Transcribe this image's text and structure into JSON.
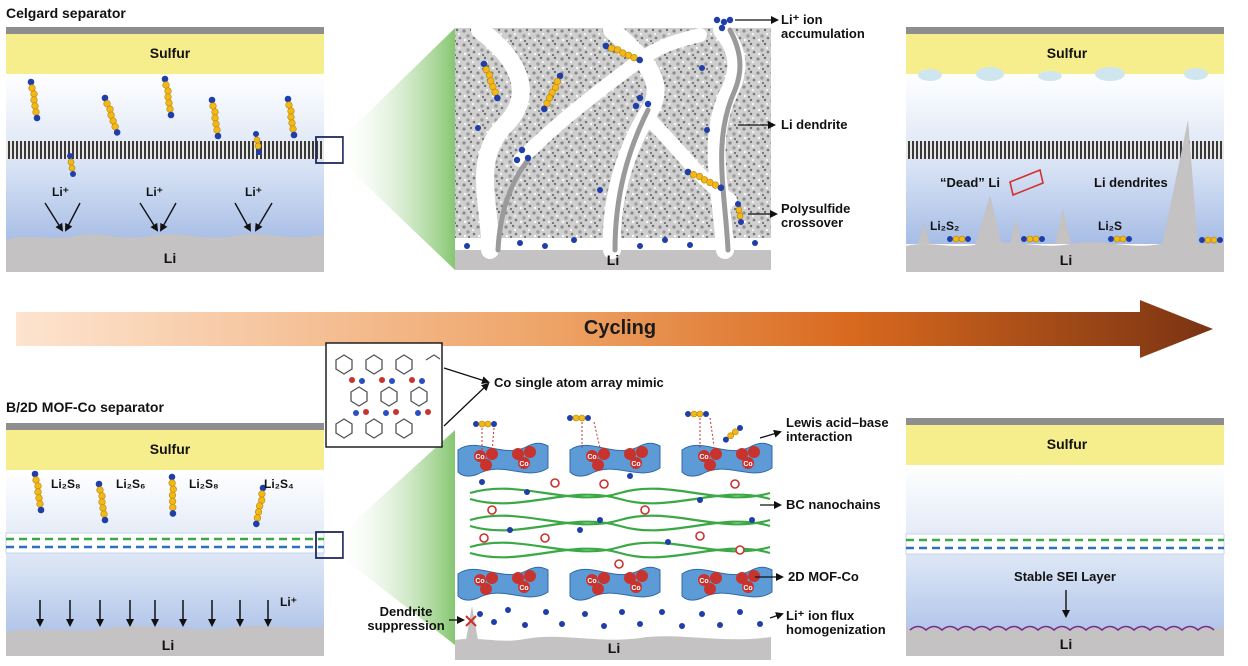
{
  "top_section": {
    "title": "Celgard separator",
    "sulfur": "Sulfur",
    "li_ion": "Li⁺",
    "li": "Li",
    "zoom": {
      "li_ion_accumulation": "Li⁺ ion\naccumulation",
      "li_dendrite": "Li dendrite",
      "polysulfide_crossover": "Polysulfide\ncrossover",
      "li": "Li"
    },
    "after": {
      "sulfur": "Sulfur",
      "dead_li": "“Dead” Li",
      "li_dendrites": "Li dendrites",
      "li2s2": "Li₂S₂",
      "li2s": "Li₂S",
      "li": "Li"
    }
  },
  "cycling": {
    "label": "Cycling",
    "colors": {
      "start": "#fde3cf",
      "mid": "#e07c2c",
      "end": "#7a3312"
    }
  },
  "bottom_section": {
    "title": "B/2D MOF-Co separator",
    "sulfur": "Sulfur",
    "species": [
      "Li₂S₈",
      "Li₂S₆",
      "Li₂S₈",
      "Li₂S₄"
    ],
    "li_ion": "Li⁺",
    "li": "Li",
    "zoom": {
      "co_single_atom": "Co single atom array mimic",
      "lewis": "Lewis acid–base\ninteraction",
      "bc_nanochains": "BC nanochains",
      "mof": "2D MOF-Co",
      "flux": "Li⁺ ion flux\nhomogenization",
      "dendrite": "Dendrite\nsuppression",
      "li": "Li",
      "co": "Co"
    },
    "after": {
      "sulfur": "Sulfur",
      "sei": "Stable  SEI Layer",
      "li": "Li"
    }
  },
  "colors": {
    "sulfur": "#f6ee8c",
    "electrolyte_top": "#ffffff",
    "electrolyte_bottom": "#aabfe6",
    "li_metal": "#c4c2c2",
    "polysulfide_bead": "#f2b818",
    "lithium_ion": "#1f3ea8",
    "mof_ribbon": "#5d9bd6",
    "bc_chain": "#3aa845",
    "co_atom": "#c8332e",
    "cathode_cap": "#8e8e8e",
    "zoom_cone": "#7fc467",
    "dead_li_outline": "#d62f2f"
  }
}
